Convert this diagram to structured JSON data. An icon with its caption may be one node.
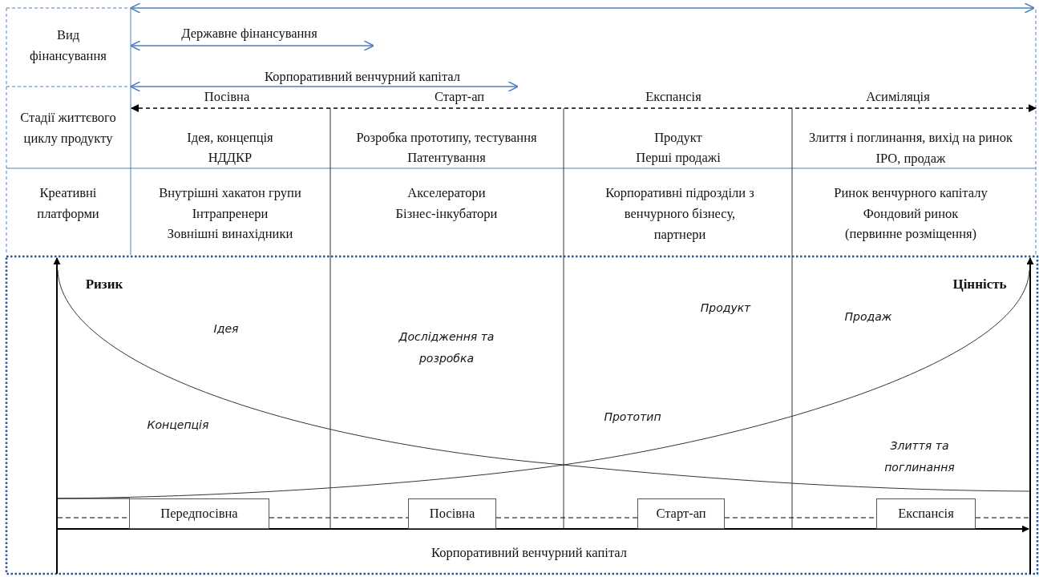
{
  "diagram": {
    "nodes": [
      {
        "text": [
          "Передпосівна"
        ]
      },
      {
        "text": [
          "Посівна"
        ]
      },
      {
        "text": [
          "Старт-ап"
        ]
      },
      {
        "text": [
          "Експансія"
        ]
      }
    ],
    "edges": [
      {
        "from": null,
        "to": 0,
        "arrow": "none",
        "style": "dashed"
      },
      {
        "from": 0,
        "to": 1,
        "arrow": "none",
        "style": "dashed"
      },
      {
        "from": 1,
        "to": 2,
        "arrow": "none",
        "style": "dashed"
      },
      {
        "from": 2,
        "to": 3,
        "arrow": "none",
        "style": "dashed"
      },
      {
        "from": 3,
        "to": null,
        "arrow": "none",
        "style": "dashed"
      }
    ],
    "labels": [
      "Вид фінансування",
      "Державне фінансування",
      "Корпоративний венчурний капітал",
      "Посівна",
      "Старт-ап",
      "Експансія",
      "Асиміляція",
      "Стадії життєвого циклу продукту",
      "Ідея, концепція",
      "НДДКР",
      "Розробка прототипу, тестування",
      "Патентування",
      "Продукт",
      "Перші продажі",
      "Злиття і поглинання, вихід на ринок IPO, продаж",
      "Креативні платформи",
      "Внутрішні хакатон групи",
      "Інтрапренери",
      "Зовнішні винахідники",
      "Акселератори",
      "Бізнес-інкубатори",
      "Корпоративні підрозділи з венчурного бізнесу, партнери",
      "Ринок венчурного капіталу",
      "Фондовий ринок",
      "(первинне розміщення)",
      "Ризик",
      "Цінність",
      "Ідея",
      "Дослідження та розробка",
      "Продукт",
      "Продаж",
      "Концепція",
      "Прототип",
      "Злиття та поглинання",
      "Корпоративний венчурний капітал"
    ]
  }
}
